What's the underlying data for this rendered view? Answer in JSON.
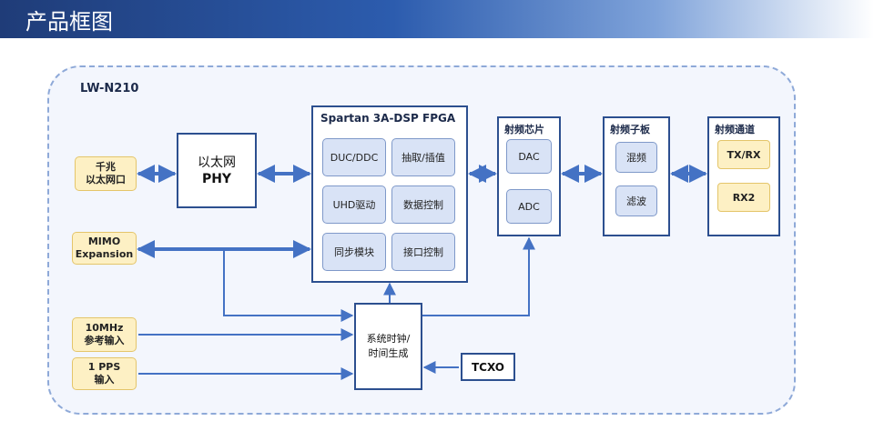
{
  "header": {
    "title": "产品框图"
  },
  "product": "LW-N210",
  "io": {
    "gbe_line1": "千兆",
    "gbe_line2": "以太网口",
    "mimo_line1": "MIMO",
    "mimo_line2": "Expansion",
    "ref_line1": "10MHz",
    "ref_line2": "参考输入",
    "pps_line1": "1 PPS",
    "pps_line2": "输入"
  },
  "phy": {
    "line1": "以太网",
    "line2": "PHY"
  },
  "fpga": {
    "title": "Spartan 3A-DSP FPGA",
    "blocks": [
      "DUC/DDC",
      "抽取/插值",
      "UHD驱动",
      "数据控制",
      "同步模块",
      "接口控制"
    ]
  },
  "rf_chip": {
    "title": "射频芯片",
    "dac": "DAC",
    "adc": "ADC"
  },
  "rf_board": {
    "title": "射频子板",
    "mix": "混频",
    "filter": "滤波"
  },
  "rf_channel": {
    "title": "射频通道",
    "txrx": "TX/RX",
    "rx2": "RX2"
  },
  "clock": {
    "line1": "系统时钟/",
    "line2": "时间生成"
  },
  "tcxo": "TCXO",
  "colors": {
    "accent": "#2c4f8f",
    "arrow": "#4472c4",
    "io_fill": "#fdf0c4",
    "inner_fill": "#d9e3f6"
  }
}
